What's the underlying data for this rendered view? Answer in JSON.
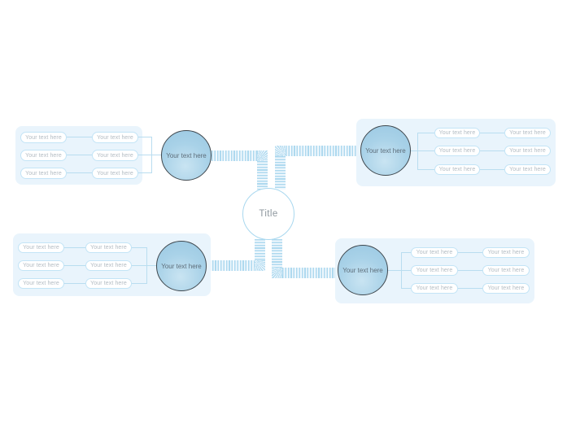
{
  "center": {
    "label": "Title"
  },
  "colors": {
    "panel_bg": "#e9f4fc",
    "pill_bg": "#ffffff",
    "pill_border": "#c3e4f6",
    "pill_text": "#b3bcc3",
    "circle_fill": "#a9d2e8",
    "circle_border": "#3f474d",
    "circle_text": "#5d6d79",
    "center_border": "#a9d8ef",
    "center_text": "#8e979e",
    "connector_line": "#b9ddf0",
    "ribbon_stripe": "#aed9ef"
  },
  "branches": [
    {
      "position": "top-left",
      "circle_label": "Your text here",
      "columns": [
        {
          "items": [
            "Your text here",
            "Your text here",
            "Your text here"
          ]
        },
        {
          "items": [
            "Your text here",
            "Your text here",
            "Your text here"
          ]
        }
      ]
    },
    {
      "position": "top-right",
      "circle_label": "Your text here",
      "columns": [
        {
          "items": [
            "Your text here",
            "Your text here",
            "Your text here"
          ]
        },
        {
          "items": [
            "Your text here",
            "Your text here",
            "Your text here"
          ]
        }
      ]
    },
    {
      "position": "bottom-left",
      "circle_label": "Your text here",
      "columns": [
        {
          "items": [
            "Your text here",
            "Your text here",
            "Your text here"
          ]
        },
        {
          "items": [
            "Your text here",
            "Your text here",
            "Your text here"
          ]
        }
      ]
    },
    {
      "position": "bottom-right",
      "circle_label": "Your text here",
      "columns": [
        {
          "items": [
            "Your text here",
            "Your text here",
            "Your text here"
          ]
        },
        {
          "items": [
            "Your text here",
            "Your text here",
            "Your text here"
          ]
        }
      ]
    }
  ]
}
